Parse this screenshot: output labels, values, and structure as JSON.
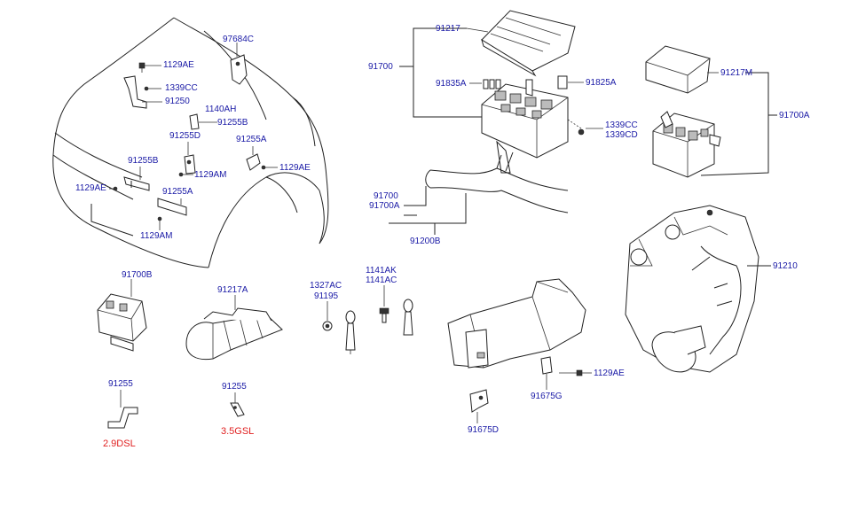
{
  "labels": {
    "p97684C": "97684C",
    "p1129AE_a": "1129AE",
    "p1339CC_a": "1339CC",
    "p91250": "91250",
    "p1140AH": "1140AH",
    "p91255B_a": "91255B",
    "p91255D": "91255D",
    "p91255A_a": "91255A",
    "p1129AM_a": "1129AM",
    "p1129AE_b": "1129AE",
    "p91255B_b": "91255B",
    "p1129AE_c": "1129AE",
    "p91255A_b": "91255A",
    "p1129AM_b": "1129AM",
    "p91217": "91217",
    "p91700_a": "91700",
    "p91835A": "91835A",
    "p91825A": "91825A",
    "p1339CC_b": "1339CC",
    "p1339CD": "1339CD",
    "p91700_b": "91700",
    "p91700A_a": "91700A",
    "p91200B": "91200B",
    "p91217M": "91217M",
    "p91700A_b": "91700A",
    "p91210": "91210",
    "p91700B": "91700B",
    "p91217A": "91217A",
    "p1327AC": "1327AC",
    "p91195": "91195",
    "p1141AK": "1141AK",
    "p1141AC": "1141AC",
    "p1129AE_d": "1129AE",
    "p91675G": "91675G",
    "p91675D": "91675D",
    "p91255_a": "91255",
    "p91255_b": "91255",
    "note_2_9dsl": "2.9DSL",
    "note_3_5gsl": "3.5GSL"
  }
}
